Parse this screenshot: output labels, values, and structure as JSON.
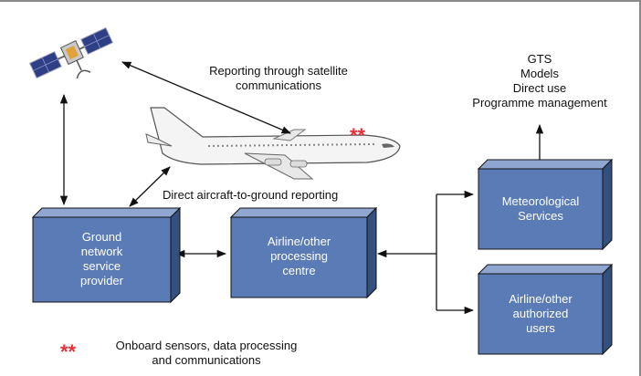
{
  "colors": {
    "box_front": "#5a7bb5",
    "box_top": "#8fa6d1",
    "box_side": "#34507f",
    "star": "#e8303a",
    "arrow": "#111111"
  },
  "icons": {
    "satellite": "satellite-icon",
    "airplane": "airplane-icon"
  },
  "labels": {
    "satellite_reporting_line1": "Reporting through satellite",
    "satellite_reporting_line2": "communications",
    "direct_reporting": "Direct aircraft-to-ground reporting",
    "uses": [
      "GTS",
      "Models",
      "Direct use",
      "Programme management"
    ],
    "legend_stars": "**",
    "legend_line1": "Onboard sensors, data processing",
    "legend_line2": "and communications",
    "aircraft_stars": "**"
  },
  "boxes": {
    "ground_provider": [
      "Ground",
      "network",
      "service",
      "provider"
    ],
    "airline_centre": [
      "Airline/other",
      "processing",
      "centre"
    ],
    "met_services": [
      "Meteorological",
      "Services"
    ],
    "airline_users": [
      "Airline/other",
      "authorized",
      "users"
    ]
  }
}
